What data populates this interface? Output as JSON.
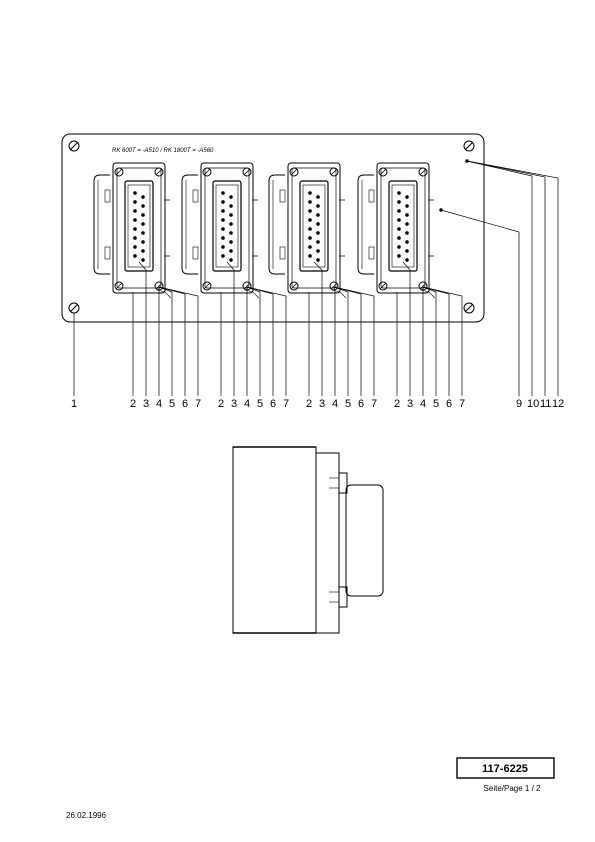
{
  "caption": "RK 600T = -A510 / RK 1800T = -A560",
  "labels": {
    "one": "1",
    "groups": [
      [
        "2",
        "3",
        "4",
        "5",
        "6",
        "7"
      ],
      [
        "2",
        "3",
        "4",
        "5",
        "6",
        "7"
      ],
      [
        "2",
        "3",
        "4",
        "5",
        "6",
        "7"
      ],
      [
        "2",
        "3",
        "4",
        "5",
        "6",
        "7"
      ]
    ],
    "right": [
      "9",
      "10",
      "11",
      "12"
    ]
  },
  "part_number": "117-6225",
  "page_text": "Seite/Page 1 / 2",
  "date": "26.02.1996"
}
